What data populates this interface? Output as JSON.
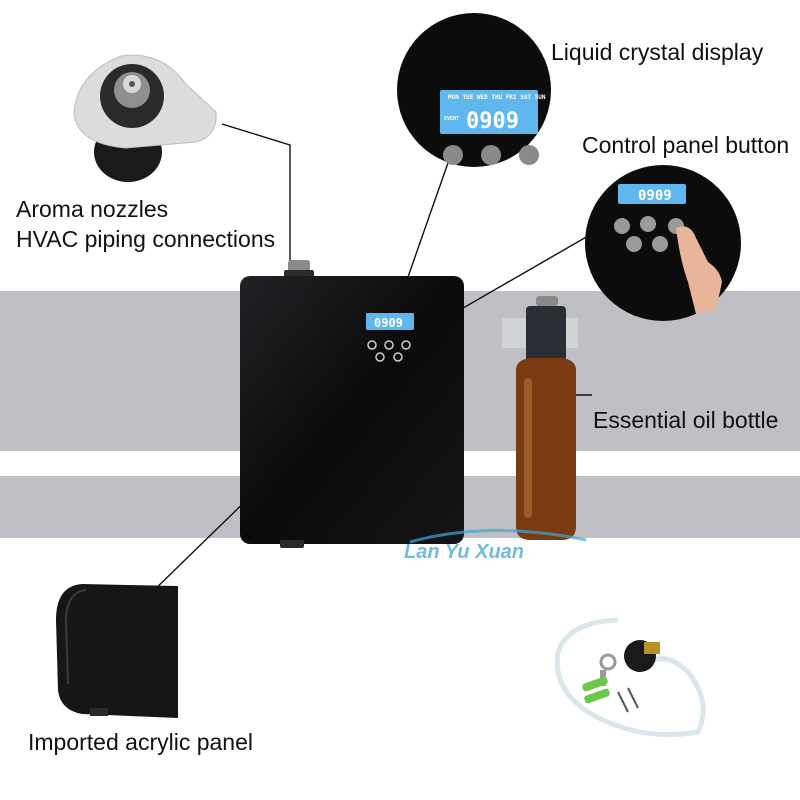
{
  "labels": {
    "lcd": "Liquid crystal display",
    "control": "Control panel button",
    "nozzle_line1": "Aroma nozzles",
    "nozzle_line2": "HVAC piping connections",
    "bottle": "Essential oil bottle",
    "panel": "Imported acrylic panel"
  },
  "display": {
    "time": "09:09",
    "time_digits": "0909",
    "days": "MON TUE WED THU FRI SAT SUN",
    "mode": "EVENT"
  },
  "watermark": "Lan Yu Xuan",
  "colors": {
    "band": "#bfc0c5",
    "device": "#0b0b0c",
    "lcd": "#5fb7ee",
    "bottle": "#7a3a12",
    "watermark": "#3fa6d8"
  },
  "icons": [
    "power-icon",
    "plus-icon",
    "minus-icon",
    "menu-icon",
    "finger-icon"
  ]
}
